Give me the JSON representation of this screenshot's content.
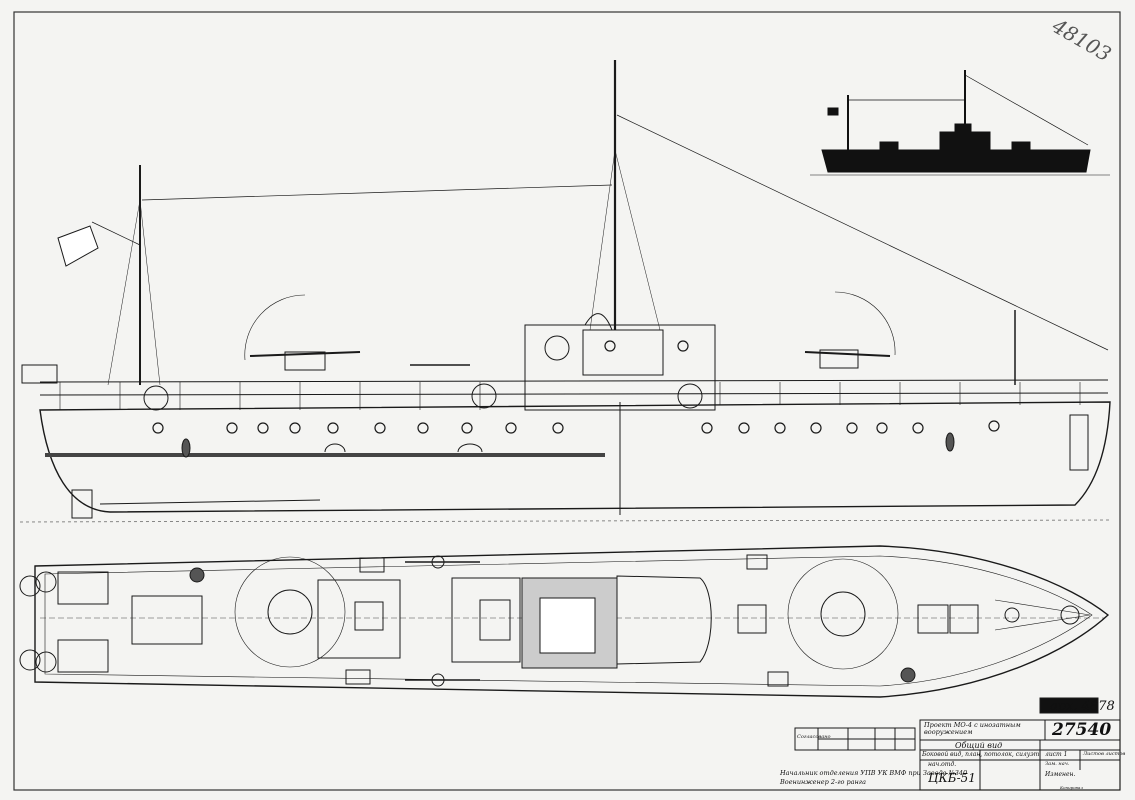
{
  "drawing": {
    "archive_corner": "48103",
    "archive_number": "арх. 4878",
    "drawing_number": "27540",
    "title_project": "Проект МО-4 с инозатным вооружением",
    "title_name": "Общий вид",
    "title_desc": "Боковой вид, план, потолок, силуэт",
    "sheet_label": "лист 1",
    "sheets_label": "Листов листов",
    "office": "ЦКБ-51",
    "office_role": "нач.отд.",
    "approval_line1": "Начальник отделения  УПВ УК ВМФ при Заводе №340",
    "approval_line2": "Военинженер 2-го ранга",
    "footer_small": "Зам. нач.",
    "changes_label": "Изменен.",
    "stamp_note": "Согласовано",
    "copy_note": "Копировал"
  },
  "colors": {
    "ink": "#1a1a1a",
    "paper": "#f4f4f2",
    "silhouette": "#111111"
  }
}
